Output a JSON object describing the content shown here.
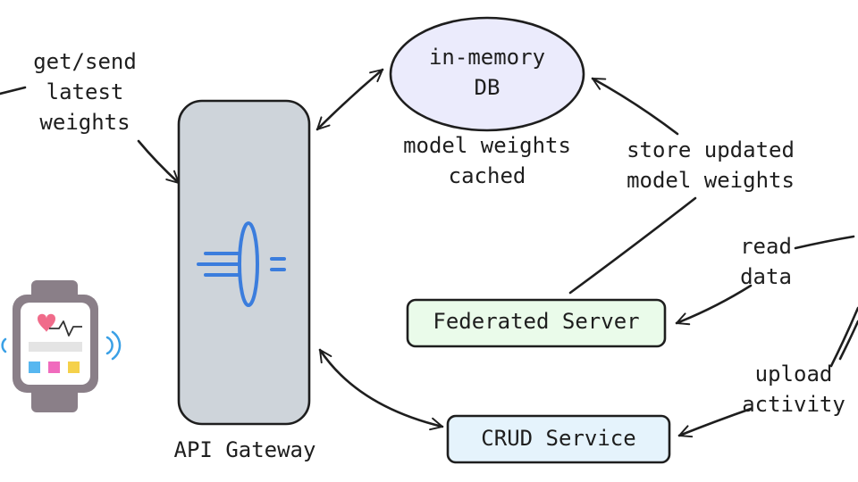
{
  "labels": {
    "get_send": "get/send\nlatest\nweights",
    "model_cached": "model weights\ncached",
    "store_updated": "store updated\nmodel weights",
    "read_data": "read\ndata",
    "upload_activity": "upload\nactivity"
  },
  "nodes": {
    "db_line1": "in-memory",
    "db_line2": "DB",
    "federated_server": "Federated Server",
    "crud_service": "CRUD Service",
    "api_gateway": "API Gateway"
  },
  "icons": {
    "gateway": "gateway-arrows-icon",
    "watch": "smartwatch-icon"
  },
  "colors": {
    "stroke": "#1e1e1e",
    "gateway_fill": "#ced4da",
    "db_fill": "#ebebfc",
    "federated_fill": "#eafbea",
    "crud_fill": "#e5f3fc",
    "gateway_icon": "#3b7ddd",
    "watch_body": "#8a7f88",
    "watch_screen": "#ffffff",
    "heart": "#f06b8a",
    "signal": "#3aa0e6"
  }
}
